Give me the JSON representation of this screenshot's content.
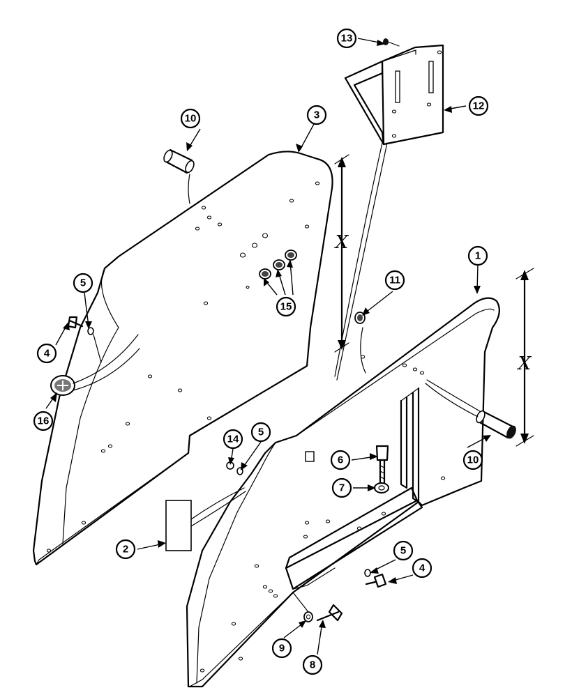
{
  "diagram": {
    "callouts": [
      {
        "label": "1"
      },
      {
        "label": "2"
      },
      {
        "label": "3"
      },
      {
        "label": "4"
      },
      {
        "label": "4"
      },
      {
        "label": "5"
      },
      {
        "label": "5"
      },
      {
        "label": "5"
      },
      {
        "label": "6"
      },
      {
        "label": "7"
      },
      {
        "label": "8"
      },
      {
        "label": "9"
      },
      {
        "label": "10"
      },
      {
        "label": "10"
      },
      {
        "label": "11"
      },
      {
        "label": "12"
      },
      {
        "label": "13"
      },
      {
        "label": "14"
      },
      {
        "label": "15"
      },
      {
        "label": "16"
      }
    ],
    "dimension_label": "X"
  }
}
